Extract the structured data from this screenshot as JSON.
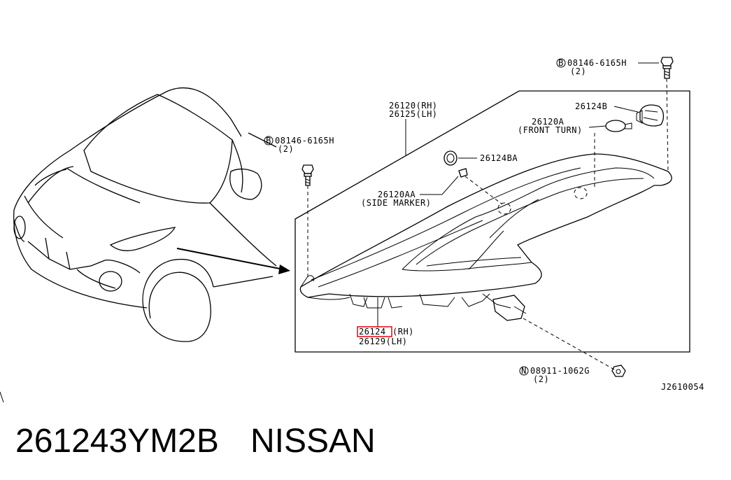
{
  "diagram_id": "J2610054",
  "footer": {
    "part_number": "261243YM2B",
    "brand": "NISSAN"
  },
  "callouts": {
    "bolt_top_right": {
      "prefix": "B",
      "code": "08146-6165H",
      "qty": "(2)"
    },
    "bolt_left": {
      "prefix": "B",
      "code": "08146-6165H",
      "qty": "(2)"
    },
    "nut_bottom": {
      "prefix": "N",
      "code": "08911-1062G",
      "qty": "(2)"
    },
    "lamp_assy": {
      "rh": "26120(RH)",
      "lh": "26125(LH)"
    },
    "socket": {
      "code": "26124B"
    },
    "front_turn": {
      "code": "26120A",
      "desc": "(FRONT TURN)"
    },
    "grommet": {
      "code": "26124BA"
    },
    "side_marker": {
      "code": "26120AA",
      "desc": "(SIDE MARKER)"
    },
    "housing": {
      "rh_code": "26124",
      "rh_suffix": "(RH)",
      "lh": "26129(LH)",
      "highlight_color": "#e8141d"
    }
  }
}
